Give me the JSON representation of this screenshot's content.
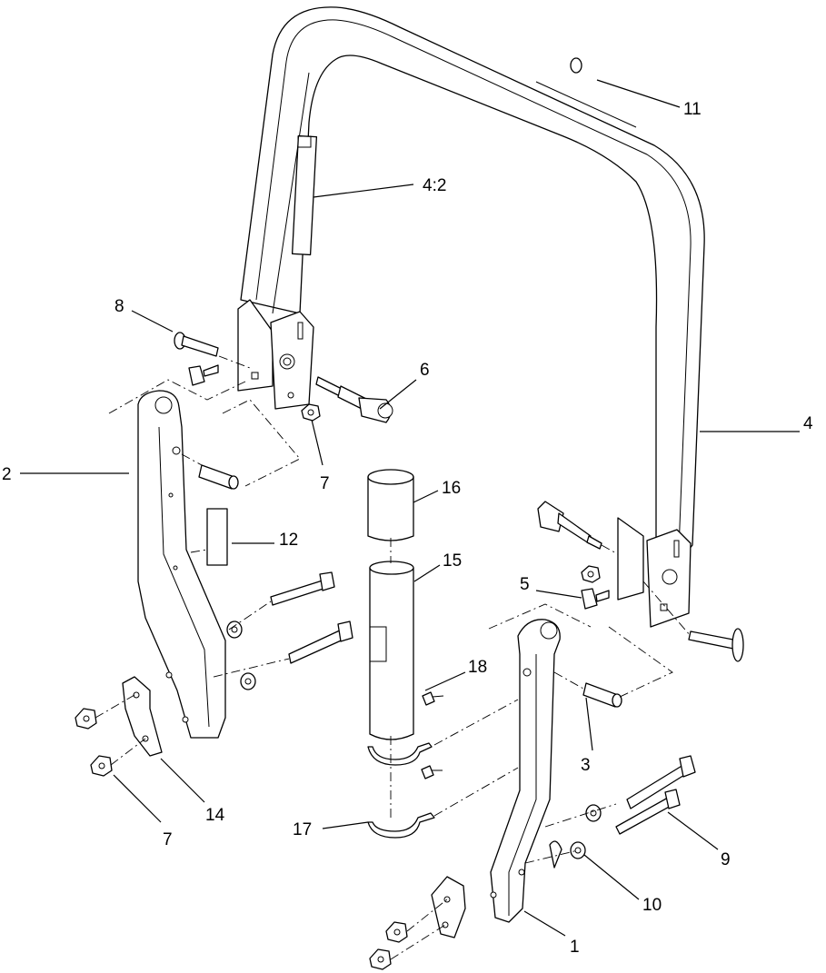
{
  "callouts": {
    "c1": "1",
    "c2": "2",
    "c3": "3",
    "c4": "4",
    "c4_2": "4:2",
    "c5": "5",
    "c6": "6",
    "c7a": "7",
    "c7b": "7",
    "c8": "8",
    "c9": "9",
    "c10": "10",
    "c11": "11",
    "c12": "12",
    "c14": "14",
    "c15": "15",
    "c16": "16",
    "c17": "17",
    "c18": "18"
  },
  "colors": {
    "line": "#000000",
    "background": "#ffffff"
  }
}
